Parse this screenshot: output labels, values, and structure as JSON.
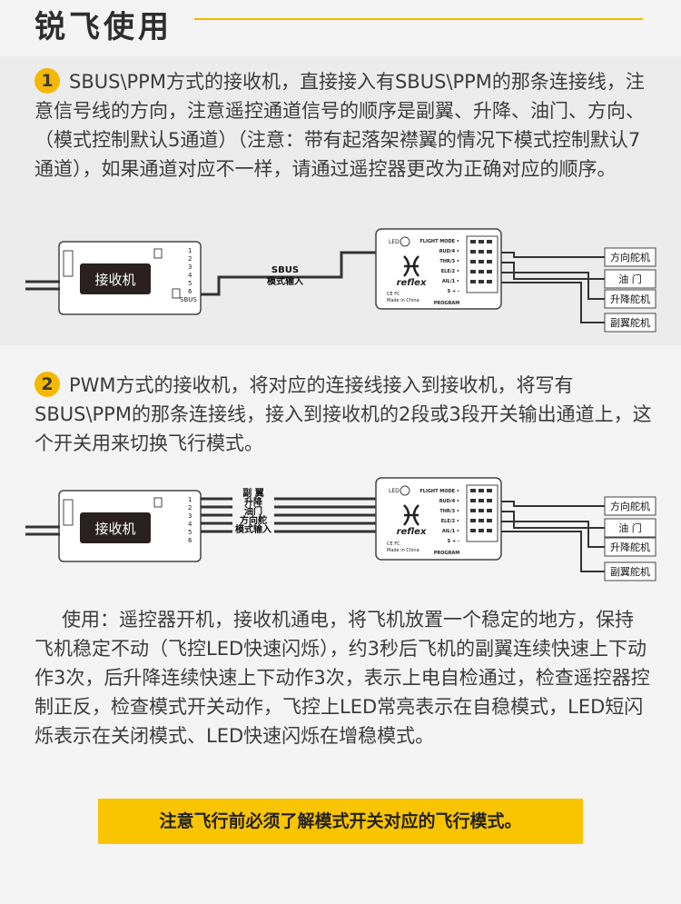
{
  "header": {
    "title": "锐飞使用"
  },
  "section1": {
    "number": "1",
    "text": "SBUS\\PPM方式的接收机，直接接入有SBUS\\PPM的那条连接线，注意信号线的方向，注意遥控通道信号的顺序是副翼、升降、油门、方向、（模式控制默认5通道）（注意：带有起落架襟翼的情况下模式控制默认7通道），如果通道对应不一样，请通过遥控器更改为正确对应的顺序。",
    "diagram": {
      "receiver_label": "接收机",
      "receiver_pins": [
        "1",
        "2",
        "3",
        "4",
        "5",
        "6"
      ],
      "receiver_port": "SBUS",
      "wire_label_1": "SBUS",
      "wire_label_2": "模式输入",
      "fc_led": "LED",
      "fc_brand": "reflex",
      "fc_cert": "CE FC",
      "fc_made": "Made in China",
      "fc_port_labels": [
        "FLIGHT MODE •",
        "RUD/4 •",
        "THR/3 •",
        "ELE/2 •",
        "AIL/1 •",
        "S + -"
      ],
      "fc_program": "PROGRAM",
      "outputs": [
        "方向舵机",
        "油 门",
        "升降舵机",
        "副翼舵机"
      ]
    }
  },
  "section2": {
    "number": "2",
    "text": "PWM方式的接收机，将对应的连接线接入到接收机，将写有SBUS\\PPM的那条连接线，接入到接收机的2段或3段开关输出通道上，这个开关用来切换飞行模式。",
    "diagram": {
      "receiver_label": "接收机",
      "receiver_pins": [
        "1",
        "2",
        "3",
        "4",
        "5",
        "6"
      ],
      "wire_labels": [
        "副 翼",
        "升降",
        "油门",
        "方向舵",
        "模式输入"
      ],
      "fc_led": "LED",
      "fc_brand": "reflex",
      "fc_cert": "CE FC",
      "fc_made": "Made in China",
      "fc_port_labels": [
        "FLIGHT MODE •",
        "RUD/4 •",
        "THR/3 •",
        "ELE/2 •",
        "AIL/1 •",
        "S + -"
      ],
      "fc_program": "PROGRAM",
      "outputs": [
        "方向舵机",
        "油 门",
        "升降舵机",
        "副翼舵机"
      ]
    }
  },
  "usage": {
    "text": "使用：遥控器开机，接收机通电，将飞机放置一个稳定的地方，保持飞机稳定不动（飞控LED快速闪烁），约3秒后飞机的副翼连续快速上下动作3次，后升降连续快速上下动作3次，表示上电自检通过，检查遥控器控制正反，检查模式开关动作，飞控上LED常亮表示在自稳模式，LED短闪烁表示在关闭模式、LED快速闪烁在增稳模式。"
  },
  "note": {
    "text": "注意飞行前必须了解模式开关对应的飞行模式。"
  },
  "colors": {
    "accent": "#f5b800",
    "note_bg": "#f9c400",
    "section_bg": "#ececec"
  }
}
